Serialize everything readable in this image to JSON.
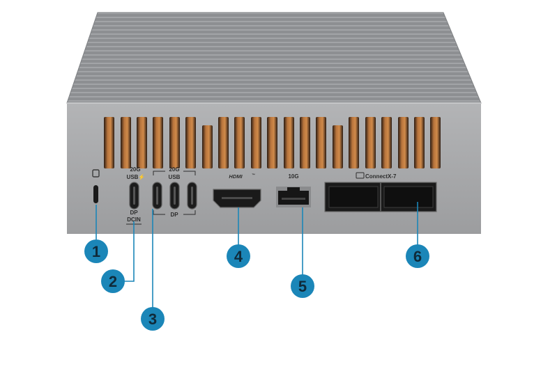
{
  "colors": {
    "callout_fill": "#1b86b8",
    "callout_text": "#0f2a3a",
    "leader_line": "#1b86b8",
    "chassis": "#a9aaac",
    "vent": "#b7743c"
  },
  "port_labels": {
    "usb20g_speed": "20G",
    "usb20g_type": "USB",
    "usb20g_power": "⚡",
    "usb20g_alt": "DP",
    "usb20g_dcin": "DCIN",
    "usb_group_speed": "20G",
    "usb_group_type": "USB",
    "usb_group_alt": "DP",
    "hdmi": "HDMI",
    "hdmi_tm": "™",
    "lan": "10G",
    "connectx": "ConnectX-7"
  },
  "callouts": [
    {
      "num": "1",
      "target": "kensington-lock"
    },
    {
      "num": "2",
      "target": "usb-c-power-port"
    },
    {
      "num": "3",
      "target": "usb-c-ports"
    },
    {
      "num": "4",
      "target": "hdmi-port"
    },
    {
      "num": "5",
      "target": "ethernet-port"
    },
    {
      "num": "6",
      "target": "connectx-7-ports"
    }
  ]
}
